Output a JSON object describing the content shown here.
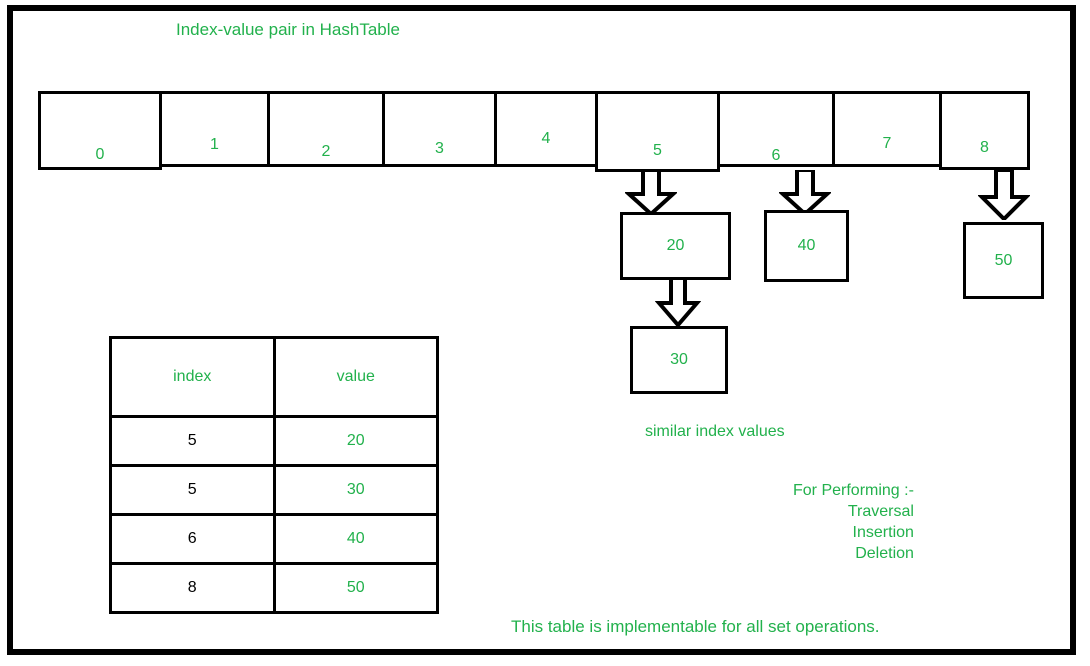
{
  "diagram": {
    "title": "Index-value pair in HashTable",
    "accent_color": "#22b14c",
    "line_color": "#000000",
    "background_color": "#ffffff"
  },
  "array": {
    "cells": [
      {
        "label": "0"
      },
      {
        "label": "1"
      },
      {
        "label": "2"
      },
      {
        "label": "3"
      },
      {
        "label": "4"
      },
      {
        "label": "5"
      },
      {
        "label": "6"
      },
      {
        "label": "7"
      },
      {
        "label": "8"
      }
    ]
  },
  "value_boxes": {
    "box_20": "20",
    "box_30": "30",
    "box_40": "40",
    "box_50": "50"
  },
  "table": {
    "headers": {
      "index": "index",
      "value": "value"
    },
    "rows": [
      {
        "index": "5",
        "value": "20"
      },
      {
        "index": "5",
        "value": "30"
      },
      {
        "index": "6",
        "value": "40"
      },
      {
        "index": "8",
        "value": "50"
      }
    ]
  },
  "annotations": {
    "similar_index_values": "similar index values",
    "ops_title": "For Performing  :-",
    "ops": [
      "Traversal",
      "Insertion",
      "Deletion"
    ],
    "bottom_note": "This table is implementable for all set operations."
  }
}
